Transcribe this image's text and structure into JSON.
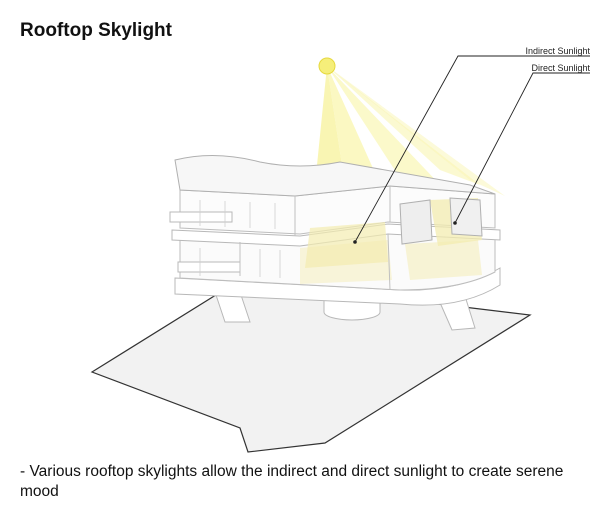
{
  "title": "Rooftop Skylight",
  "labels": {
    "indirect": "Indirect Sunlight",
    "direct": "Direct Sunlight"
  },
  "caption": "- Various rooftop skylights allow the indirect and direct sunlight to create serene mood",
  "colors": {
    "sun": "#f5ee7a",
    "beam": "#f7f29a",
    "glow": "#f3ecb0",
    "line": "#222222",
    "building_stroke": "#b8b8b8",
    "ground": "#f2f2f2"
  }
}
